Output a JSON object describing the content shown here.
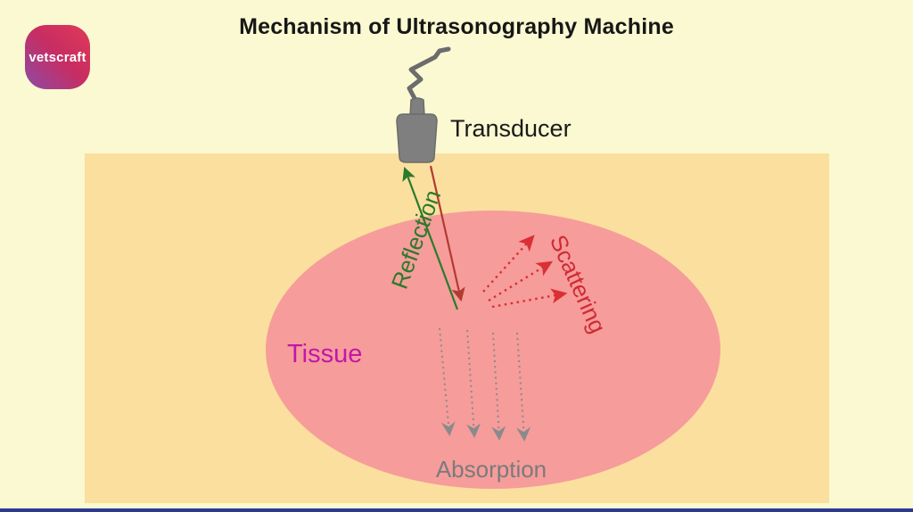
{
  "meta": {
    "title": "Mechanism of Ultrasonography Machine"
  },
  "logo": {
    "text": "vetscraft"
  },
  "labels": {
    "transducer": "Transducer",
    "reflection": "Reflection",
    "scattering": "Scattering",
    "tissue": "Tissue",
    "absorption": "Absorption"
  },
  "colors": {
    "bg": "#faf9d1",
    "panel": "#fbdf9e",
    "tissue": "#f69c9b",
    "tissue_text": "#c217a9",
    "green": "#2b7a2b",
    "beam_red": "#b23a31",
    "scatter_red": "#d92f35",
    "scatter_text": "#cf2b35",
    "absorb_gray": "#8a8a8a",
    "absorb_text": "#7b7b7b",
    "probe": "#7f7f7f",
    "probe_stroke": "#6c6c6c",
    "title_text": "#171717",
    "footer": "#2b3a90",
    "logo_red": "#e03a56",
    "logo_crimson": "#c72d63",
    "logo_purple": "#8d4ba6"
  }
}
